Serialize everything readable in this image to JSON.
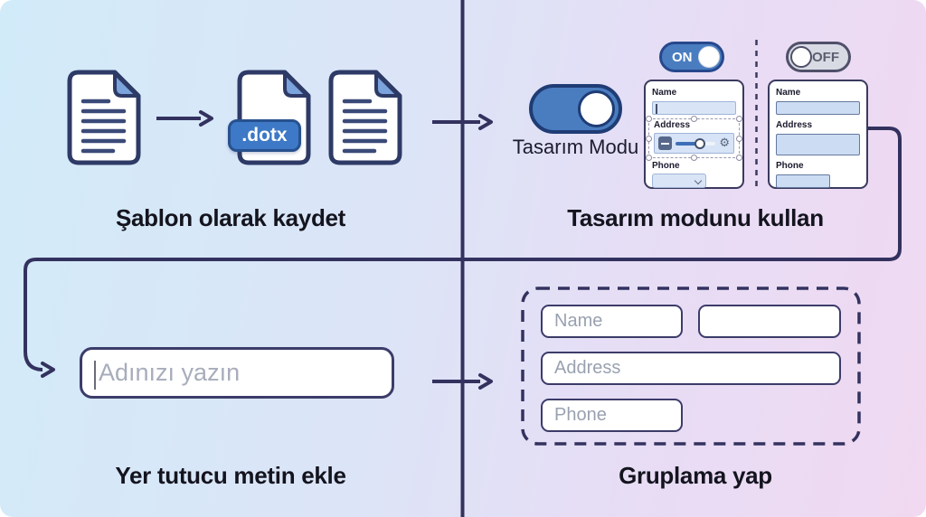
{
  "colors": {
    "line_navy": "#33325f",
    "accent_blue": "#4a7dc0",
    "badge_blue": "#3d79c6",
    "background_left": "#d2ebf9",
    "background_right": "#f0d9f1",
    "title_text": "#14141f"
  },
  "icons": {
    "gear": "⚙"
  },
  "flow": {
    "step1": {
      "title": "Şablon olarak kaydet",
      "dotx_badge": ".dotx"
    },
    "step2": {
      "title": "Tasarım modunu kullan",
      "design_toggle_label": "Tasarım Modu",
      "on_toggle": "ON",
      "off_toggle": "OFF",
      "design_card": {
        "name_label": "Name",
        "address_label": "Address",
        "phone_label": "Phone"
      },
      "preview_card": {
        "name_label": "Name",
        "address_label": "Address",
        "phone_label": "Phone"
      }
    },
    "step3": {
      "title": "Yer tutucu metin ekle",
      "input_placeholder": "Adınızı yazın"
    },
    "step4": {
      "title": "Gruplama yap",
      "name_label": "Name",
      "address_label": "Address",
      "phone_label": "Phone"
    }
  }
}
